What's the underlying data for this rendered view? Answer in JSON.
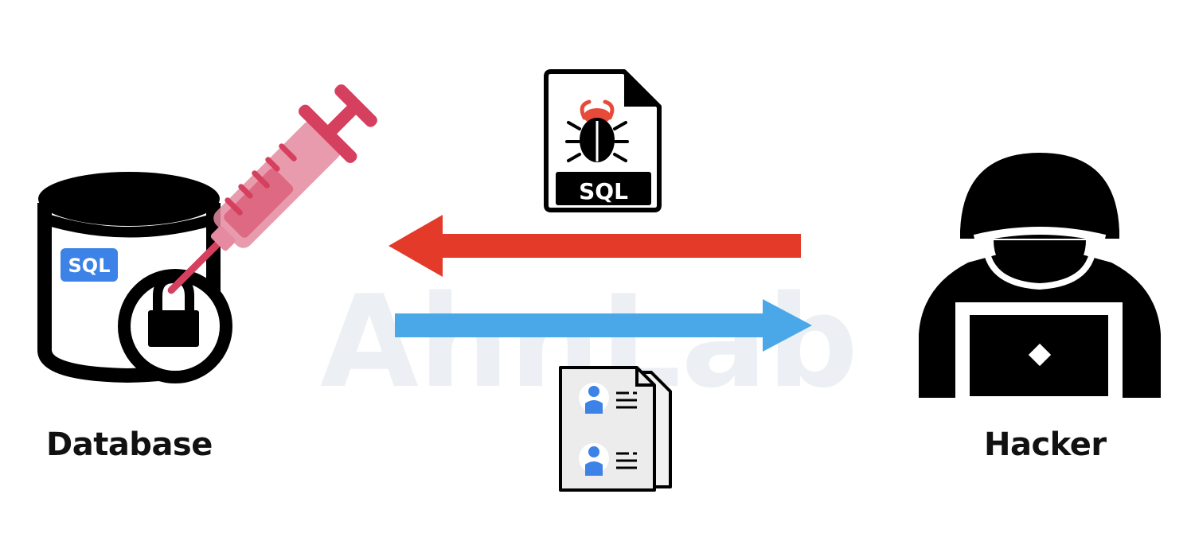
{
  "watermark": {
    "text": "AhnLab",
    "color": "#d7dfea"
  },
  "database": {
    "label": "Database",
    "badge_text": "SQL",
    "badge_color": "#3d82e6",
    "icon": "database-lock-icon"
  },
  "syringe": {
    "icon": "syringe-icon",
    "color": "#d6405f"
  },
  "request": {
    "file_icon": "sql-malware-file-icon",
    "file_label": "SQL",
    "bug_color": "#e84a3a",
    "arrow_color": "#e43a2a",
    "direction": "hacker-to-database"
  },
  "response": {
    "icon": "user-records-documents-icon",
    "person_color": "#3d82e6",
    "arrow_color": "#4aa8e8",
    "direction": "database-to-hacker"
  },
  "hacker": {
    "label": "Hacker",
    "icon": "hooded-hacker-laptop-icon"
  }
}
